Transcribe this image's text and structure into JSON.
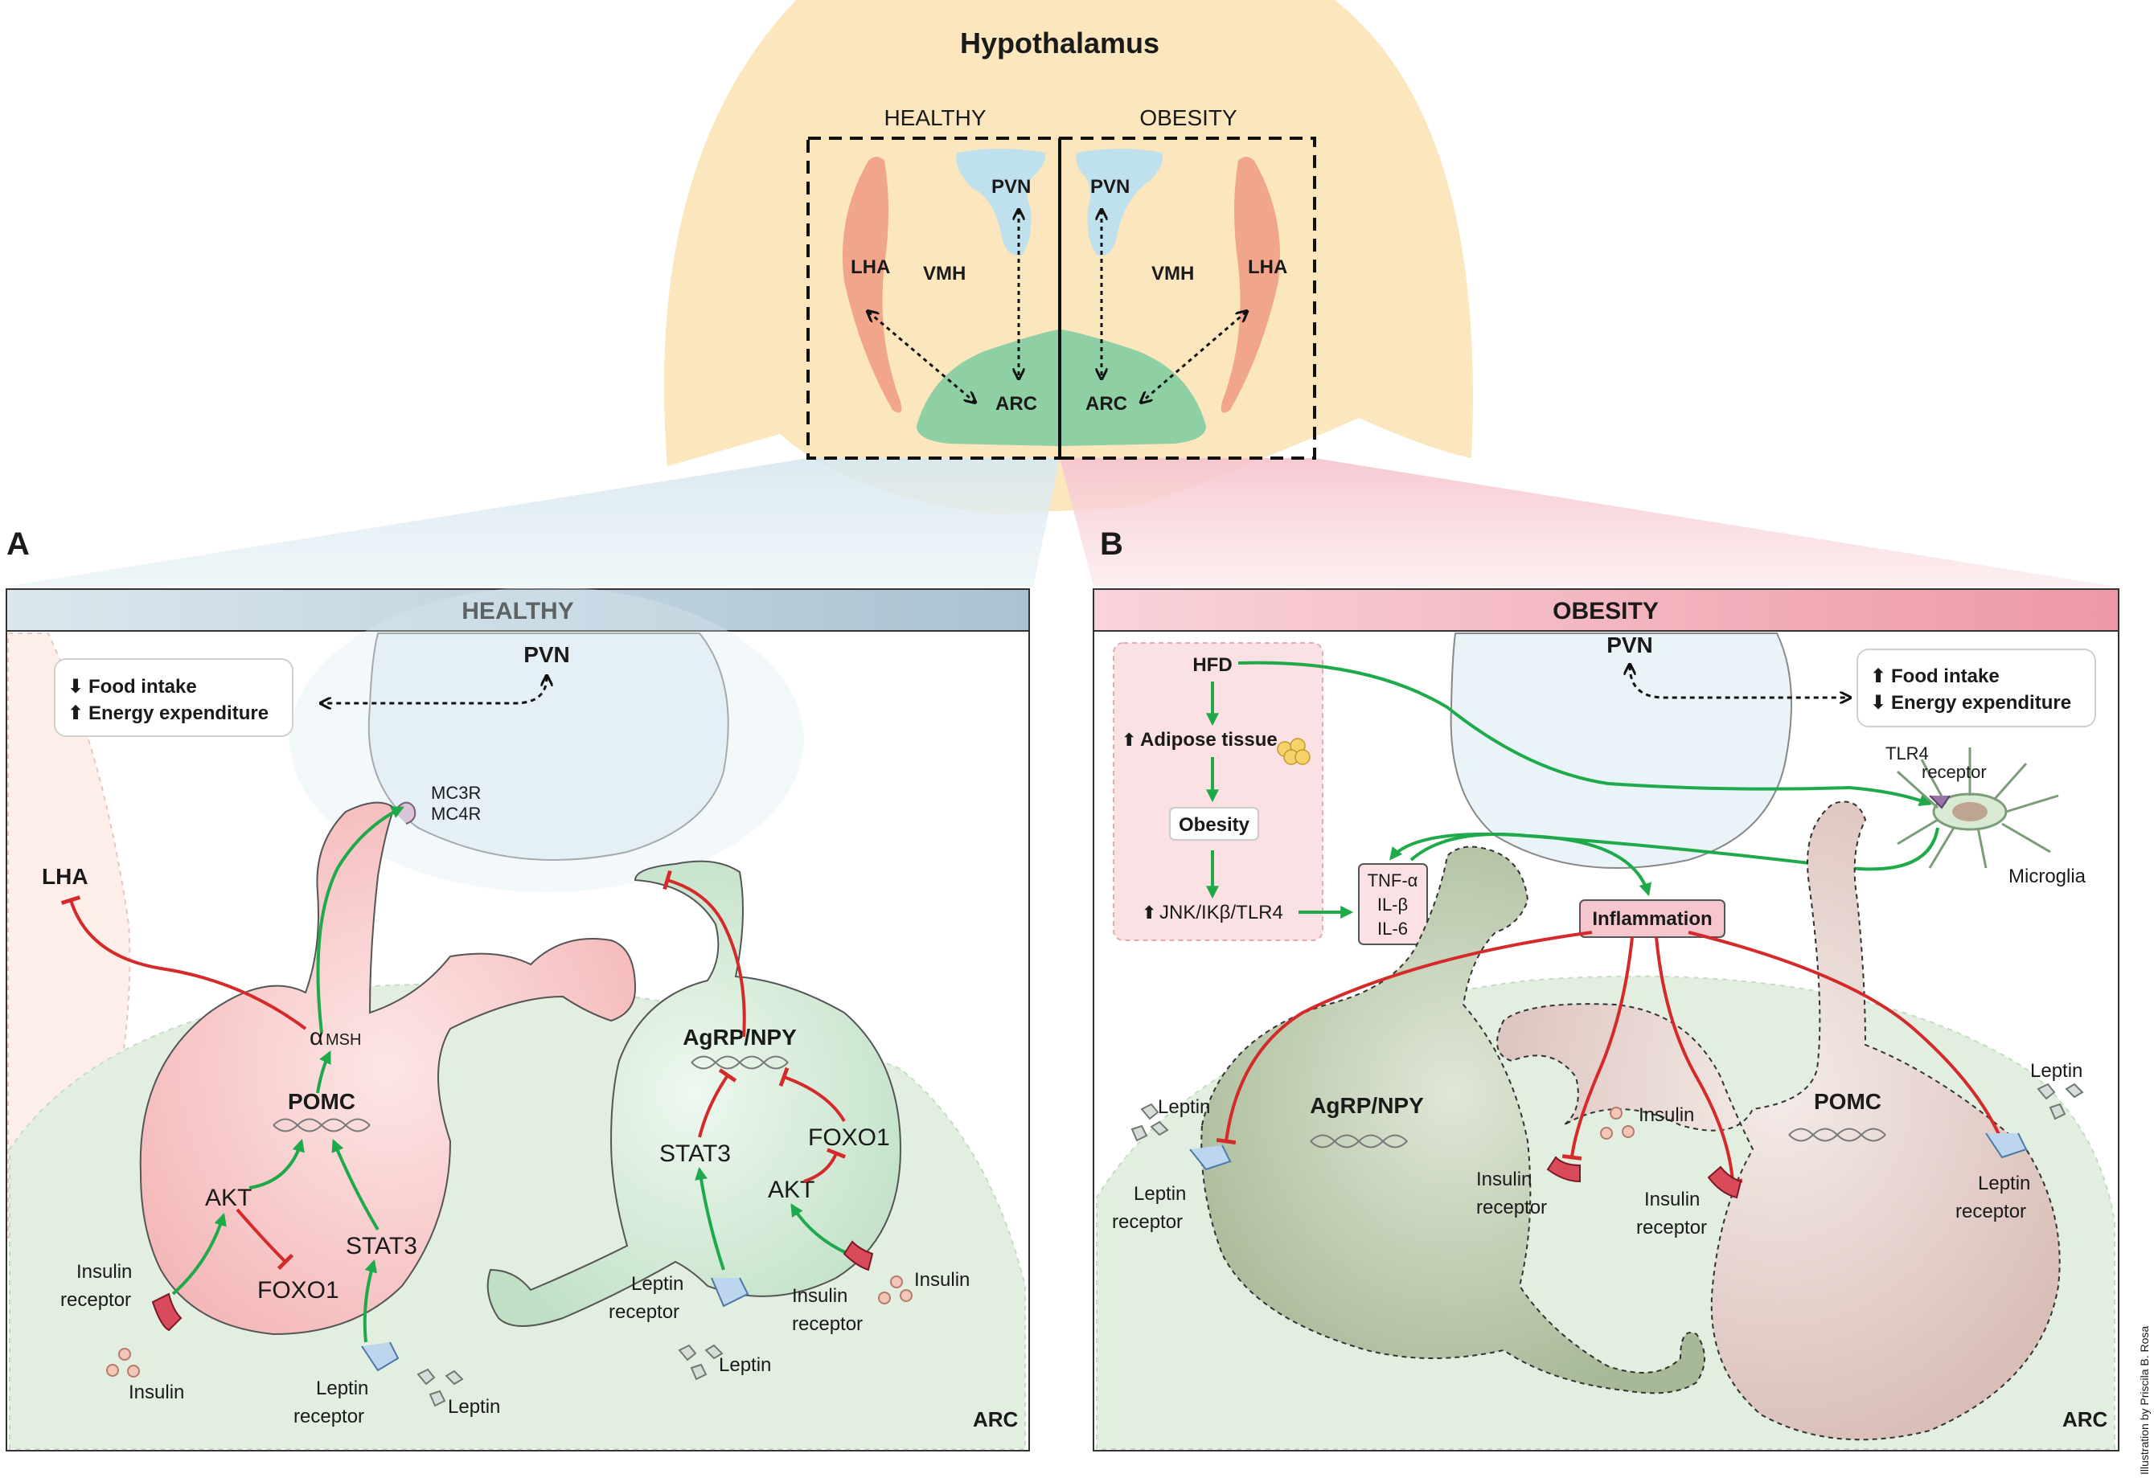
{
  "hypothalamus": {
    "title": "Hypothalamus",
    "healthy": "HEALTHY",
    "obesity": "OBESITY",
    "lha": "LHA",
    "vmh": "VMH",
    "pvn": "PVN",
    "arc": "ARC"
  },
  "panel_a": {
    "letter": "A",
    "header": "HEALTHY",
    "pvn": "PVN",
    "outcome_line1": "Food intake",
    "outcome_line2": "Energy expenditure",
    "outcome_arrows": [
      "down",
      "up"
    ],
    "mc3r": "MC3R",
    "mc4r": "MC4R",
    "lha": "LHA",
    "amsh_a": "α",
    "amsh_b": "MSH",
    "pomc": "POMC",
    "akt_left": "AKT",
    "stat3_left": "STAT3",
    "foxo1_left": "FOXO1",
    "insulin_receptor_left_1": "Insulin",
    "insulin_receptor_left_2": "receptor",
    "insulin_left": "Insulin",
    "leptin_receptor_left_1": "Leptin",
    "leptin_receptor_left_2": "receptor",
    "leptin_left": "Leptin",
    "agrp": "AgRP/NPY",
    "stat3_right": "STAT3",
    "foxo1_right": "FOXO1",
    "akt_right": "AKT",
    "leptin_receptor_right_1": "Leptin",
    "leptin_receptor_right_2": "receptor",
    "leptin_right": "Leptin",
    "insulin_receptor_right_1": "Insulin",
    "insulin_receptor_right_2": "receptor",
    "insulin_right": "Insulin",
    "arc": "ARC"
  },
  "panel_b": {
    "letter": "B",
    "header": "OBESITY",
    "pvn": "PVN",
    "outcome_line1": "Food intake",
    "outcome_line2": "Energy expenditure",
    "outcome_arrows": [
      "up",
      "down"
    ],
    "hfd": "HFD",
    "adipose": "Adipose tissue",
    "obesity_box": "Obesity",
    "jnk": "JNK/IKβ/TLR4",
    "tnf": "TNF-α",
    "il1": "IL-β",
    "il6": "IL-6",
    "inflammation": "Inflammation",
    "tlr4_1": "TLR4",
    "tlr4_2": "receptor",
    "microglia": "Microglia",
    "agrp": "AgRP/NPY",
    "pomc": "POMC",
    "leptin_left": "Leptin",
    "leptin_receptor_left_1": "Leptin",
    "leptin_receptor_left_2": "receptor",
    "insulin_mid": "Insulin",
    "insulin_receptor_mid_1": "Insulin",
    "insulin_receptor_mid_2": "receptor",
    "insulin_receptor_right_1": "Insulin",
    "insulin_receptor_right_2": "receptor",
    "leptin_right": "Leptin",
    "leptin_receptor_right_1": "Leptin",
    "leptin_receptor_right_2": "receptor",
    "arc": "ARC"
  },
  "credit": "Illustration by Priscila B. Rosa",
  "colors": {
    "hypothalamus_bg": "#fbe6bd",
    "pvn": "#bfe1ee",
    "lha": "#f1a58a",
    "arc": "#8fcfa4",
    "healthy_header": "#b7cdd8",
    "obesity_header": "#f0a7b3",
    "arc_region": "#e1eee0",
    "pomc_cell": "#f6c3c3",
    "agrp_cell": "#cfe7d2",
    "activation": "#1faa4a",
    "inhibition": "#d42a2a"
  }
}
